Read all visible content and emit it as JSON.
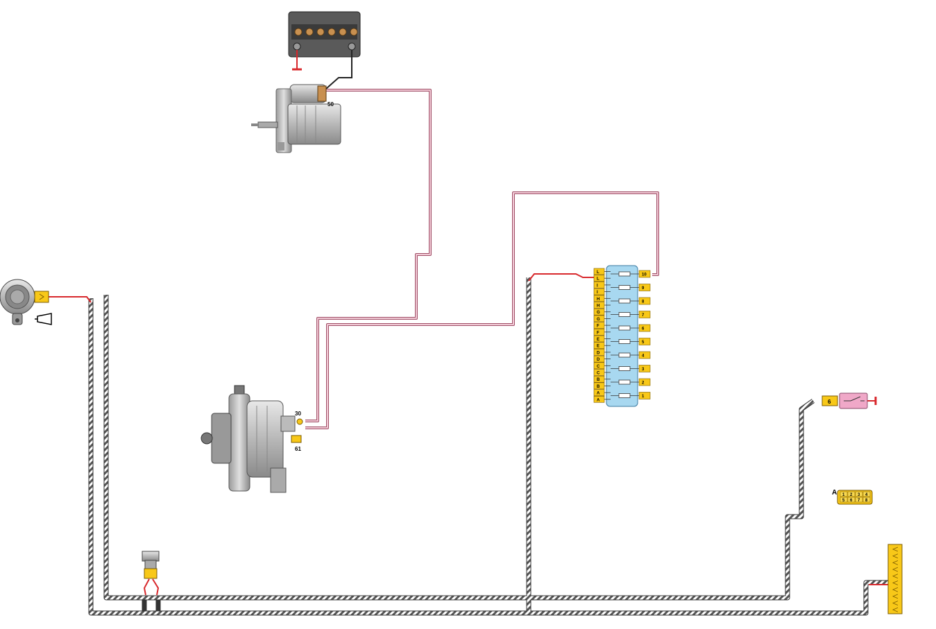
{
  "starter": {
    "terminal_50": "50"
  },
  "alternator": {
    "terminal_30": "30",
    "terminal_61": "61"
  },
  "fuse_box": {
    "left_pins": [
      "L",
      "L",
      "I",
      "I",
      "H",
      "H",
      "G",
      "G",
      "F",
      "F",
      "E",
      "E",
      "D",
      "D",
      "C",
      "C",
      "B",
      "B",
      "A",
      "A"
    ],
    "right_pins": [
      "10",
      "9",
      "8",
      "7",
      "6",
      "5",
      "4",
      "3",
      "2",
      "1"
    ]
  },
  "switch": {
    "pin": "6"
  },
  "connector_a": {
    "label": "A",
    "pins": [
      "1",
      "2",
      "3",
      "4",
      "5",
      "6",
      "7",
      "8"
    ]
  },
  "colors": {
    "wire_red": "#d8282c",
    "wire_pink": "#e8b8c8",
    "wire_gray": "#555555",
    "fuse_box": "#a8d8f0",
    "connector": "#f8c818",
    "ground": "#d8282c",
    "switch_body": "#f0a8c8"
  }
}
